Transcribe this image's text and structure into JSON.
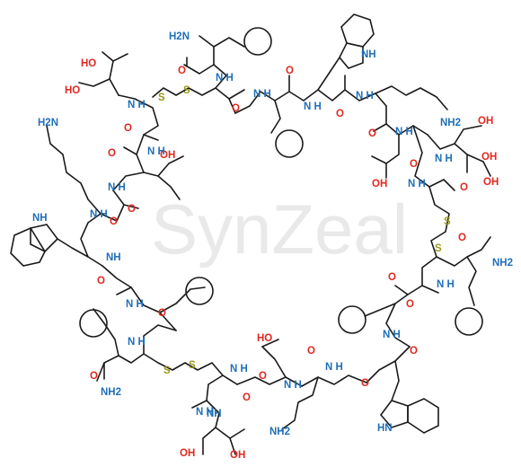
{
  "watermark": "SynZeal",
  "colors": {
    "bond": "#1a1a1a",
    "N": "#1f6fb8",
    "O": "#e0281e",
    "S": "#9a9a1a",
    "watermark": "#e9e9e9"
  },
  "labels": {
    "l1": "H2N",
    "l2": "O",
    "l3": "N H",
    "l4": "NH",
    "l5": "HO",
    "l6": "HO",
    "l7": "N H",
    "l8": "O",
    "l9": "S",
    "l10": "S",
    "l11": "N H",
    "l12": "O",
    "l13": "O",
    "l14": "N H",
    "l15": "O",
    "l16": "N H",
    "l17": "NH2",
    "l18": "OH",
    "l19": "O",
    "l20": "N H",
    "l21": "OH",
    "l22": "H2N",
    "l23": "O",
    "l24": "N H",
    "l25": "O",
    "l26": "N H",
    "l27": "OH",
    "l28": "O",
    "l29": "N H",
    "l30": "O",
    "l31": "OH",
    "l32": "N H",
    "l33": "O",
    "l34": "NH",
    "l35": "O",
    "l36": "N H",
    "l37": "S",
    "l38": "S",
    "l39": "O",
    "l40": "NH",
    "l41": "O",
    "l42": "N H",
    "l43": "NH2",
    "l44": "O",
    "l45": "N H",
    "l46": "O",
    "l47": "N H",
    "l48": "O",
    "l49": "N H",
    "l50": "O",
    "l51": "NH2",
    "l52": "N H",
    "l53": "S",
    "l54": "S",
    "l55": "O",
    "l56": "N H",
    "l57": "O",
    "l58": "HO",
    "l59": "N H",
    "l60": "O",
    "l61": "N H",
    "l62": "O",
    "l63": "HN",
    "l64": "OH",
    "l65": "OH",
    "l66": "NH2",
    "l67": "OH",
    "l68": "NH"
  }
}
